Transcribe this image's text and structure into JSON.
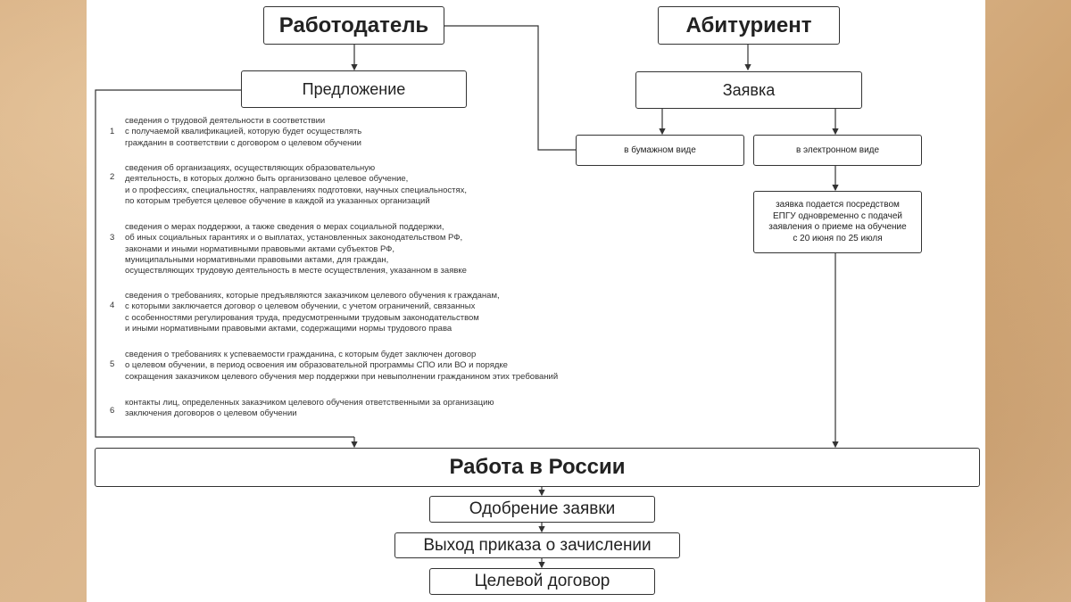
{
  "employer": {
    "title": "Работодатель"
  },
  "applicant": {
    "title": "Абитуриент"
  },
  "offer": {
    "title": "Предложение"
  },
  "application": {
    "title": "Заявка"
  },
  "paper": {
    "label": "в бумажном виде"
  },
  "electronic": {
    "label": "в электронном виде"
  },
  "electronic_note": "заявка подается посредством\nЕПГУ одновременно с подачей\nзаявления о приеме на обучение\nс 20 июня по 25 июля",
  "offer_items": [
    {
      "num": "1",
      "text": "сведения о трудовой деятельности в соответствии\nс получаемой квалификацией, которую будет осуществлять\nгражданин в соответствии с договором о целевом обучении"
    },
    {
      "num": "2",
      "text": "сведения об организациях, осуществляющих образовательную\nдеятельность, в которых должно быть организовано целевое обучение,\nи о профессиях, специальностях, направлениях подготовки, научных специальностях,\nпо которым требуется целевое обучение в каждой из указанных организаций"
    },
    {
      "num": "3",
      "text": "сведения о мерах поддержки, а также сведения о мерах социальной поддержки,\nоб иных социальных гарантиях и о выплатах, установленных законодательством РФ,\nзаконами и иными нормативными правовыми актами субъектов РФ,\nмуниципальными нормативными правовыми актами, для граждан,\nосуществляющих трудовую деятельность в месте осуществления, указанном в заявке"
    },
    {
      "num": "4",
      "text": "сведения о требованиях, которые предъявляются заказчиком целевого обучения к гражданам,\nс которыми заключается договор о целевом обучении, с учетом ограничений, связанных\nс особенностями регулирования труда, предусмотренными трудовым законодательством\nи иными нормативными правовыми актами, содержащими нормы трудового права"
    },
    {
      "num": "5",
      "text": "сведения о требованиях к успеваемости гражданина, с которым будет заключен договор\nо целевом обучении, в период освоения им образовательной программы СПО или ВО и порядке\nсокращения заказчиком целевого обучения мер поддержки при невыполнении гражданином этих требований"
    },
    {
      "num": "6",
      "text": "контакты лиц, определенных заказчиком целевого обучения ответственными за организацию\nзаключения договоров о целевом обучении"
    }
  ],
  "platform": {
    "title": "Работа в России"
  },
  "steps": [
    {
      "label": "Одобрение заявки"
    },
    {
      "label": "Выход приказа о зачислении"
    },
    {
      "label": "Целевой договор"
    }
  ]
}
